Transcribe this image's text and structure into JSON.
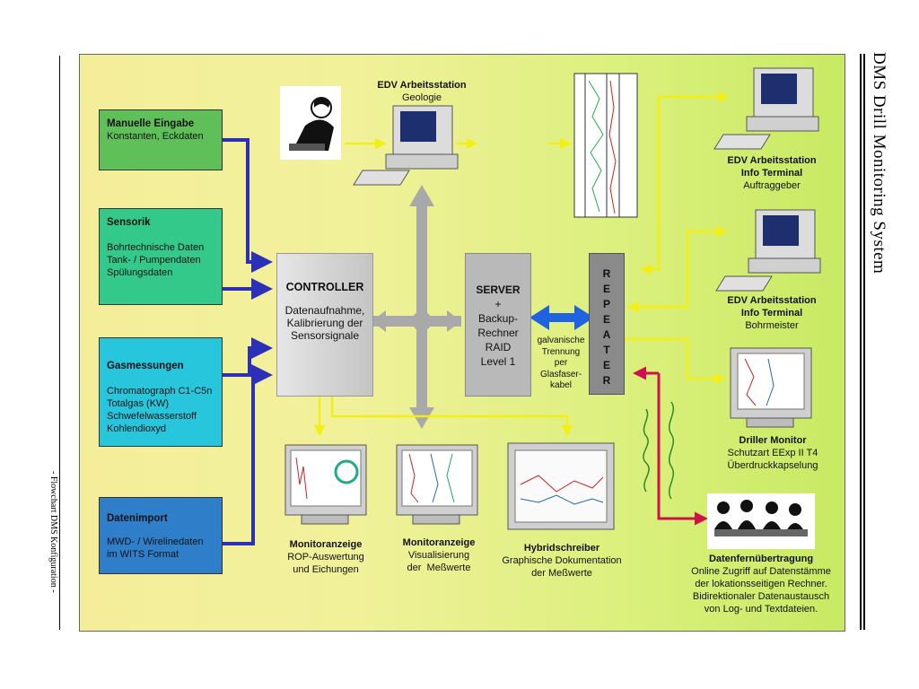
{
  "side": {
    "right_title": "DMS Drill Monitoring System",
    "left_caption": "- Flowchart DMS Konfiguration -"
  },
  "inputs": {
    "manual": {
      "title": "Manuelle Eingabe",
      "lines": [
        "Konstanten, Eckdaten"
      ]
    },
    "sensorik": {
      "title": "Sensorik",
      "lines": [
        "Bohrtechnische Daten",
        "Tank- / Pumpendaten",
        "Spülungsdaten"
      ]
    },
    "gas": {
      "title": "Gasmessungen",
      "lines": [
        "Chromatograph C1-C5n",
        "Totalgas (KW)",
        "Schwefelwasserstoff",
        "Kohlendioxyd"
      ]
    },
    "import": {
      "title": "Datenimport",
      "lines": [
        "MWD- / Wirelinedaten",
        "im WITS Format"
      ]
    }
  },
  "controller": {
    "title": "CONTROLLER",
    "lines": [
      "Datenaufnahme,",
      "Kalibrierung der",
      "Sensorsignale"
    ]
  },
  "server": {
    "title": "SERVER",
    "lines": [
      "+",
      "Backup-",
      "Rechner",
      "RAID",
      "Level 1"
    ]
  },
  "repeater": {
    "letters": [
      "R",
      "E",
      "P",
      "E",
      "A",
      "T",
      "E",
      "R"
    ]
  },
  "separation": {
    "lines": [
      "galvanische",
      "Trennung",
      "per",
      "Glasfaser-",
      "kabel"
    ]
  },
  "geologie": {
    "title": "EDV Arbeitsstation",
    "lines": [
      "Geologie"
    ]
  },
  "auftraggeber": {
    "title": "EDV Arbeitsstation",
    "lines": [
      "Info Terminal",
      "Auftraggeber"
    ]
  },
  "bohrmeister": {
    "title": "EDV Arbeitsstation",
    "lines": [
      "Info Terminal",
      "Bohrmeister"
    ]
  },
  "driller": {
    "title": "Driller Monitor",
    "lines": [
      "Schutzart EExp II T4",
      "Überdruckkapselung"
    ]
  },
  "rop": {
    "title": "Monitoranzeige",
    "lines": [
      "ROP-Auswertung",
      "und Eichungen"
    ]
  },
  "visual": {
    "title": "Monitoranzeige",
    "lines": [
      "Visualisierung",
      "der  Meßwerte"
    ]
  },
  "hybrid": {
    "title": "Hybridschreiber",
    "lines": [
      "Graphische Dokumentation",
      "der Meßwerte"
    ]
  },
  "remote": {
    "title": "Datenfernübertragung",
    "lines": [
      "Online Zugriff auf Datenstämme",
      "der lokationsseitigen Rechner.",
      "Bidirektionaler Datenaustausch",
      "von Log- und Textdateien."
    ]
  },
  "colors": {
    "manual": "#5fc05a",
    "sensorik": "#33c98a",
    "gas": "#27c6dd",
    "import": "#2f7ec9",
    "blue_arrow": "#2c2fb8",
    "yellow_arrow": "#f3ef14",
    "gray_arrow": "#a9a9a9",
    "red_arrow": "#d0104a"
  }
}
